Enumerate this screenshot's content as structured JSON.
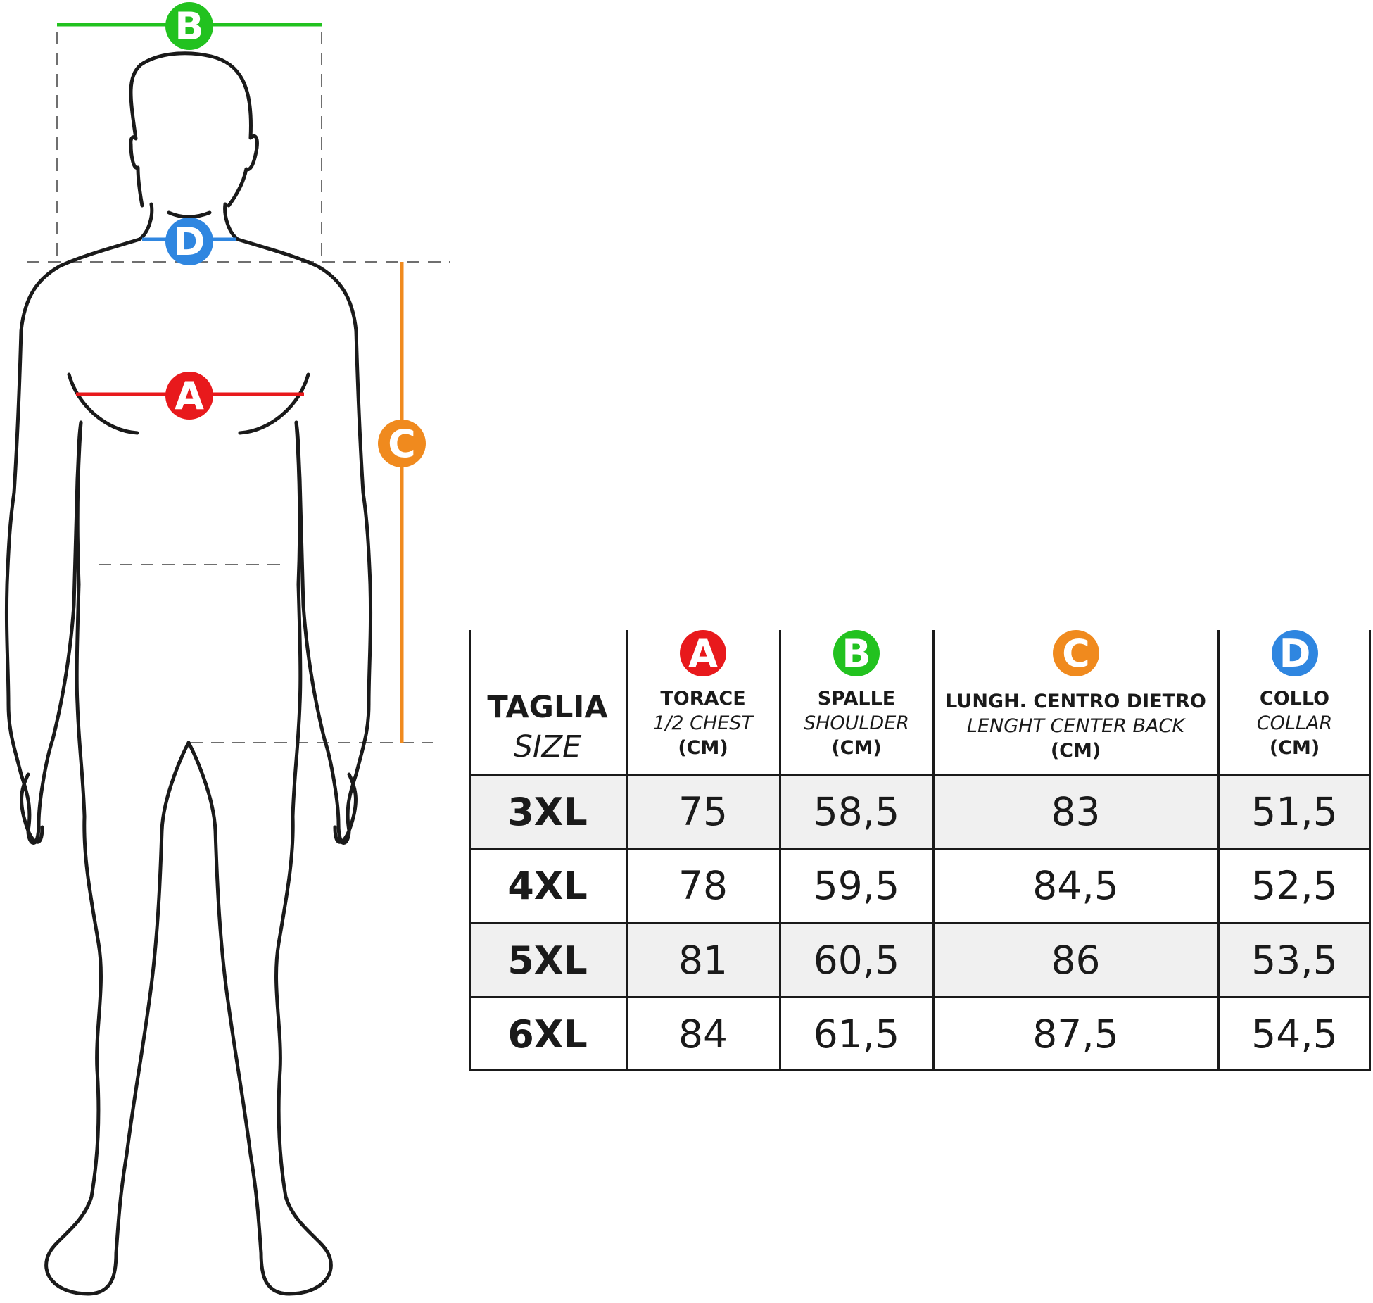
{
  "colors": {
    "A": "#e8191c",
    "B": "#22c21f",
    "C": "#f08a1e",
    "D": "#2f86e0",
    "line": "#1a1a1a",
    "row_shade": "#f0f0f0"
  },
  "diagram": {
    "markers": [
      {
        "letter": "A",
        "color": "#e8191c"
      },
      {
        "letter": "B",
        "color": "#22c21f"
      },
      {
        "letter": "C",
        "color": "#f08a1e"
      },
      {
        "letter": "D",
        "color": "#2f86e0"
      }
    ]
  },
  "table": {
    "size_header": {
      "line1": "TAGLIA",
      "line2": "SIZE"
    },
    "columns": [
      {
        "letter": "A",
        "color": "#e8191c",
        "label_it": "TORACE",
        "label_en": "1/2 CHEST",
        "unit": "(CM)"
      },
      {
        "letter": "B",
        "color": "#22c21f",
        "label_it": "SPALLE",
        "label_en": "SHOULDER",
        "unit": "(CM)"
      },
      {
        "letter": "C",
        "color": "#f08a1e",
        "label_it": "LUNGH. CENTRO DIETRO",
        "label_en": "LENGHT CENTER BACK",
        "unit": "(CM)"
      },
      {
        "letter": "D",
        "color": "#2f86e0",
        "label_it": "COLLO",
        "label_en": "COLLAR",
        "unit": "(CM)"
      }
    ],
    "rows": [
      {
        "size": "3XL",
        "values": [
          "75",
          "58,5",
          "83",
          "51,5"
        ]
      },
      {
        "size": "4XL",
        "values": [
          "78",
          "59,5",
          "84,5",
          "52,5"
        ]
      },
      {
        "size": "5XL",
        "values": [
          "81",
          "60,5",
          "86",
          "53,5"
        ]
      },
      {
        "size": "6XL",
        "values": [
          "84",
          "61,5",
          "87,5",
          "54,5"
        ]
      }
    ]
  }
}
